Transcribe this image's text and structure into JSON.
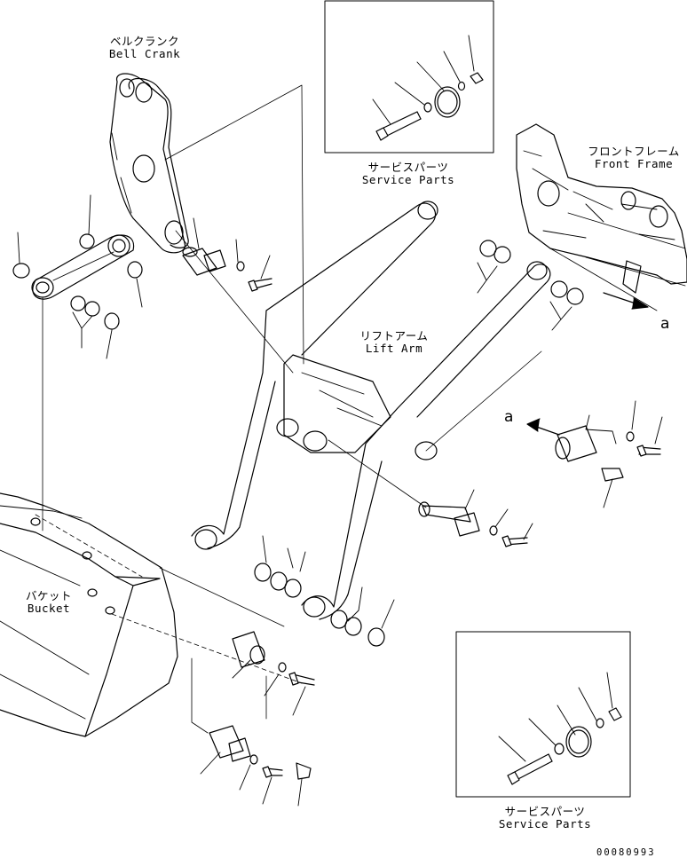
{
  "labels": {
    "bell_crank": {
      "jp": "ベルクランク",
      "en": "Bell Crank"
    },
    "service_parts_top": {
      "jp": "サービスパーツ",
      "en": "Service Parts"
    },
    "front_frame": {
      "jp": "フロントフレーム",
      "en": "Front Frame"
    },
    "lift_arm": {
      "jp": "リフトアーム",
      "en": "Lift Arm"
    },
    "bucket": {
      "jp": "バケット",
      "en": "Bucket"
    },
    "service_parts_bottom": {
      "jp": "サービスパーツ",
      "en": "Service Parts"
    }
  },
  "view_markers": {
    "right": "a",
    "middle": "a"
  },
  "drawing_number": "00080993"
}
